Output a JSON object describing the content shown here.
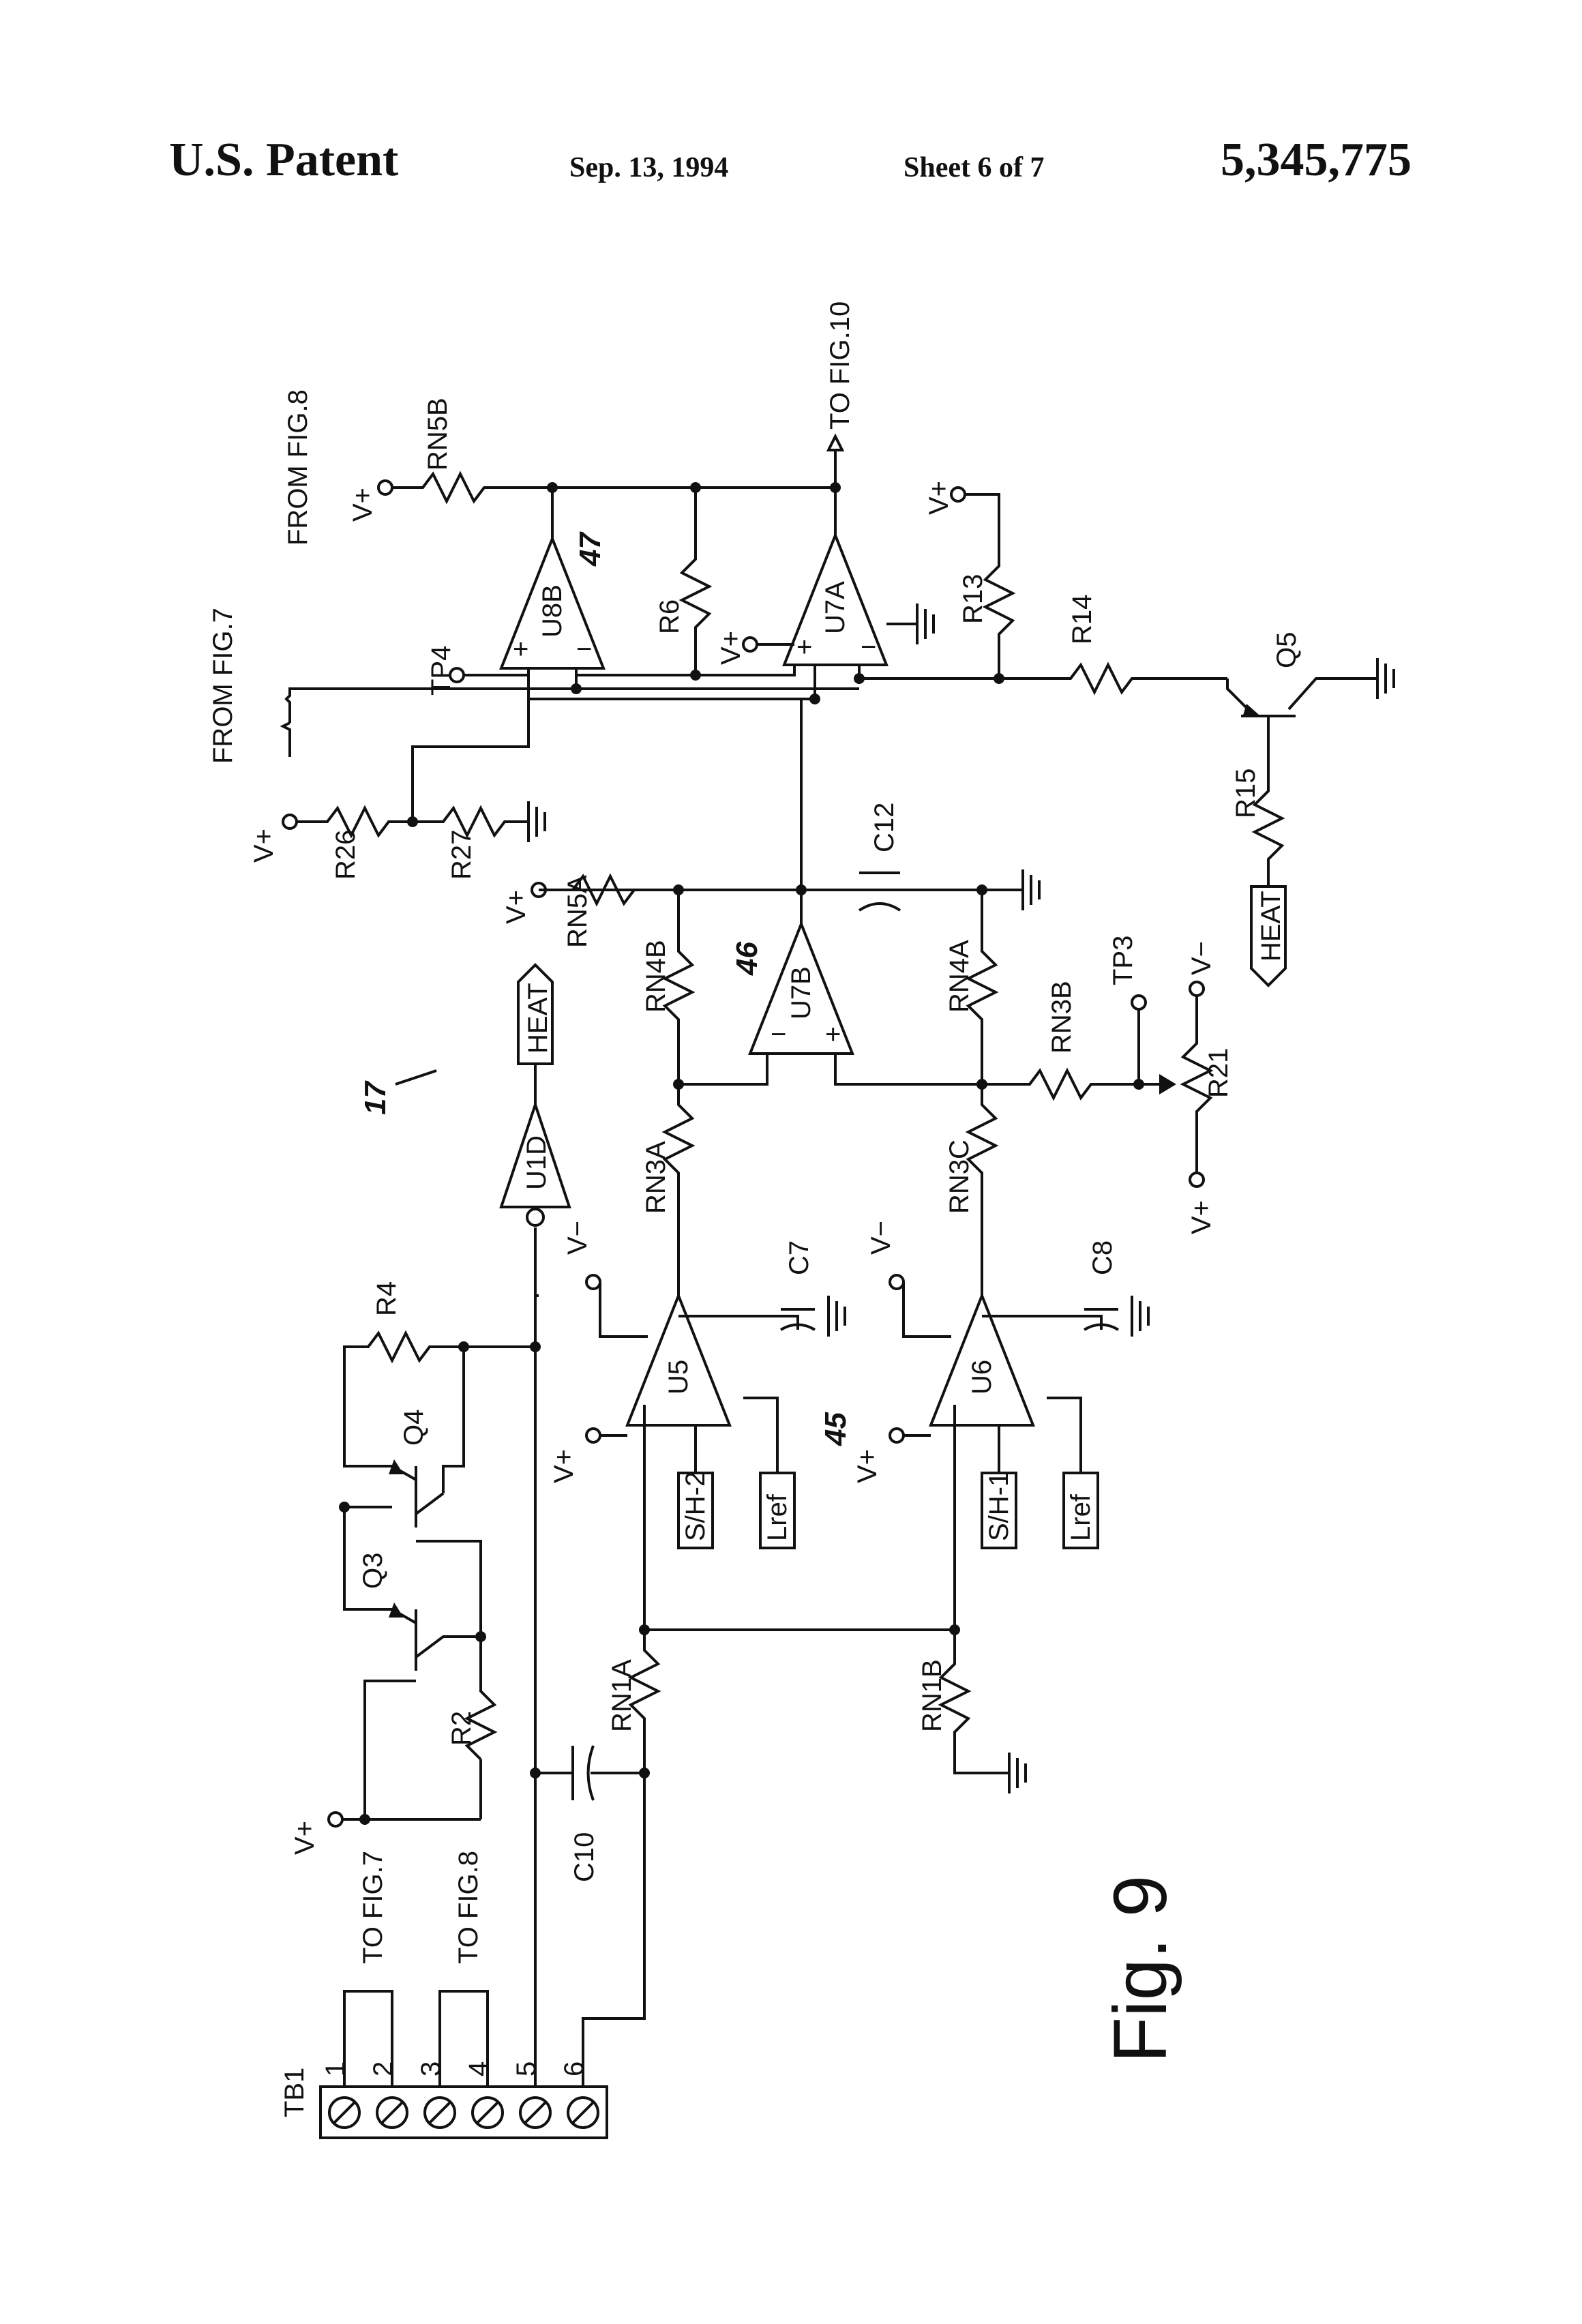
{
  "header": {
    "title": "U.S. Patent",
    "date": "Sep. 13, 1994",
    "sheet": "Sheet 6 of 7",
    "patent_number": "5,345,775"
  },
  "figure": {
    "label": "Fig. 9",
    "ref_17": "17",
    "ref_45": "45",
    "ref_46": "46",
    "ref_47": "47"
  },
  "terminal_block": {
    "name": "TB1",
    "pins": [
      "1",
      "2",
      "3",
      "4",
      "5",
      "6"
    ],
    "to_fig7": "TO FIG.7",
    "to_fig8": "TO FIG.8"
  },
  "components": {
    "R2": "R2",
    "R4": "R4",
    "R6": "R6",
    "R13": "R13",
    "R14": "R14",
    "R15": "R15",
    "R21": "R21",
    "R26": "R26",
    "R27": "R27",
    "RN1A": "RN1A",
    "RN1B": "RN1B",
    "RN3A": "RN3A",
    "RN3B": "RN3B",
    "RN3C": "RN3C",
    "RN4A": "RN4A",
    "RN4B": "RN4B",
    "RN5A": "RN5A",
    "RN5B": "RN5B",
    "C7": "C7",
    "C8": "C8",
    "C10": "C10",
    "C12": "C12",
    "Q3": "Q3",
    "Q4": "Q4",
    "Q5": "Q5",
    "U1D": "U1D",
    "U5": "U5",
    "U6": "U6",
    "U7A": "U7A",
    "U7B": "U7B",
    "U8B": "U8B",
    "TP3": "TP3",
    "TP4": "TP4"
  },
  "signals": {
    "vplus": "V+",
    "vminus": "V−",
    "heat": "HEAT",
    "sh1": "S/H-1",
    "sh2": "S/H-2",
    "lref": "Lref",
    "from_fig7": "FROM FIG.7",
    "from_fig8": "FROM FIG.8",
    "to_fig10": "TO FIG.10",
    "plus": "+",
    "minus": "−"
  }
}
